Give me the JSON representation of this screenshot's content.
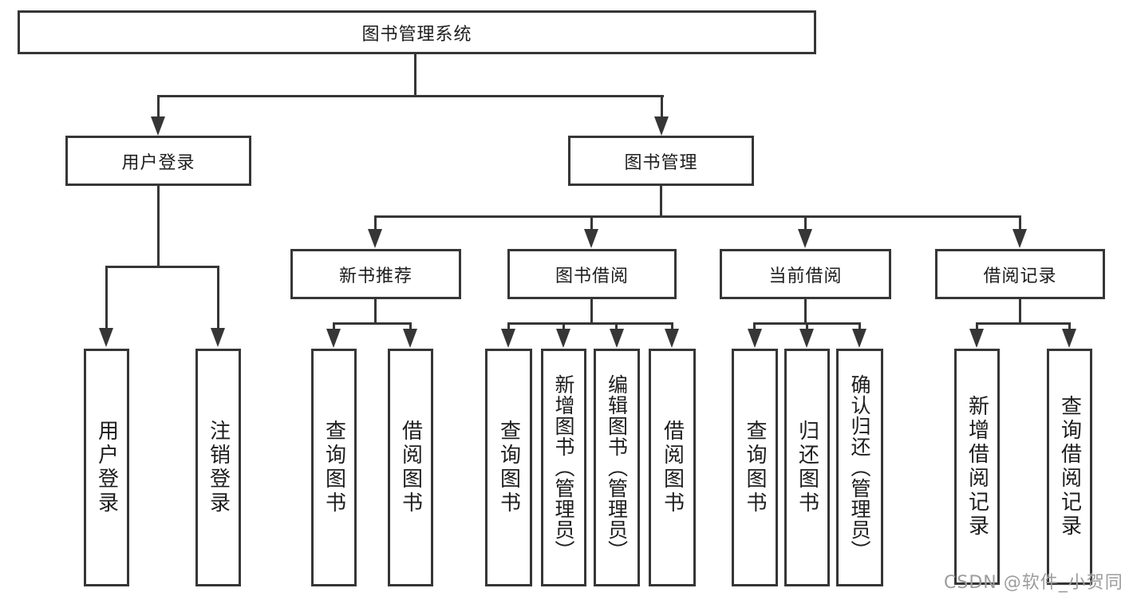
{
  "diagram": {
    "root": {
      "label": "图书管理系统"
    },
    "branches": [
      {
        "label": "用户登录",
        "children": [
          {
            "label": "用户登录"
          },
          {
            "label": "注销登录"
          }
        ]
      },
      {
        "label": "图书管理",
        "children": [
          {
            "label": "新书推荐",
            "children": [
              {
                "label": "查询图书"
              },
              {
                "label": "借阅图书"
              }
            ]
          },
          {
            "label": "图书借阅",
            "children": [
              {
                "label": "查询图书"
              },
              {
                "label": "新增图书（管理员）"
              },
              {
                "label": "编辑图书（管理员）"
              },
              {
                "label": "借阅图书"
              }
            ]
          },
          {
            "label": "当前借阅",
            "children": [
              {
                "label": "查询图书"
              },
              {
                "label": "归还图书"
              },
              {
                "label": "确认归还（管理员）"
              }
            ]
          },
          {
            "label": "借阅记录",
            "children": [
              {
                "label": "新增借阅记录"
              },
              {
                "label": "查询借阅记录"
              }
            ]
          }
        ]
      }
    ],
    "colors": {
      "line": "#363636",
      "text": "#1d1d1d",
      "watermark": "#9c9c9c",
      "background": "#ffffff"
    },
    "watermark": {
      "text": "CSDN @软件_小贺同学"
    }
  }
}
